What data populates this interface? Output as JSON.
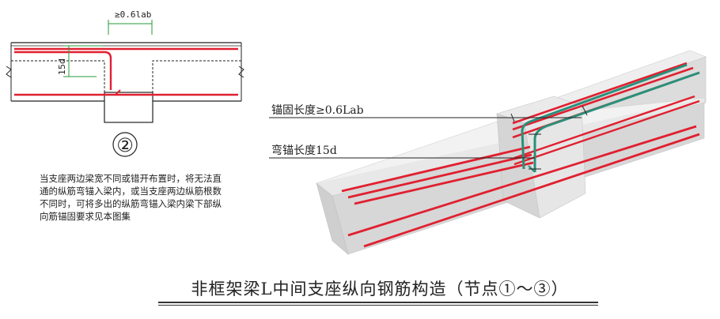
{
  "detail": {
    "dim_top": "≥0.6lab",
    "dim_left": "15d",
    "node_number": "②"
  },
  "note_lines": [
    "当支座两边梁宽不同或错开布置时，将无法直",
    "通的纵筋弯锚入梁内，或当支座两边纵筋根数",
    "不同时，可将多出的纵筋弯锚入梁内梁下部纵",
    "向筋锚固要求见本图集"
  ],
  "callouts": {
    "anchor_length": "锚固长度≥0.6Lab",
    "bend_length": "弯锚长度15d"
  },
  "caption": "非框架梁L中间支座纵向钢筋构造（节点①～③）",
  "colors": {
    "rebar": "#e02030",
    "dimension": "#2a9a3a",
    "stirrup": "#2a8f7a",
    "concrete_light": "#f0f0f0",
    "concrete_mid": "#d9d9d9",
    "concrete_dark": "#c4c4c4"
  }
}
